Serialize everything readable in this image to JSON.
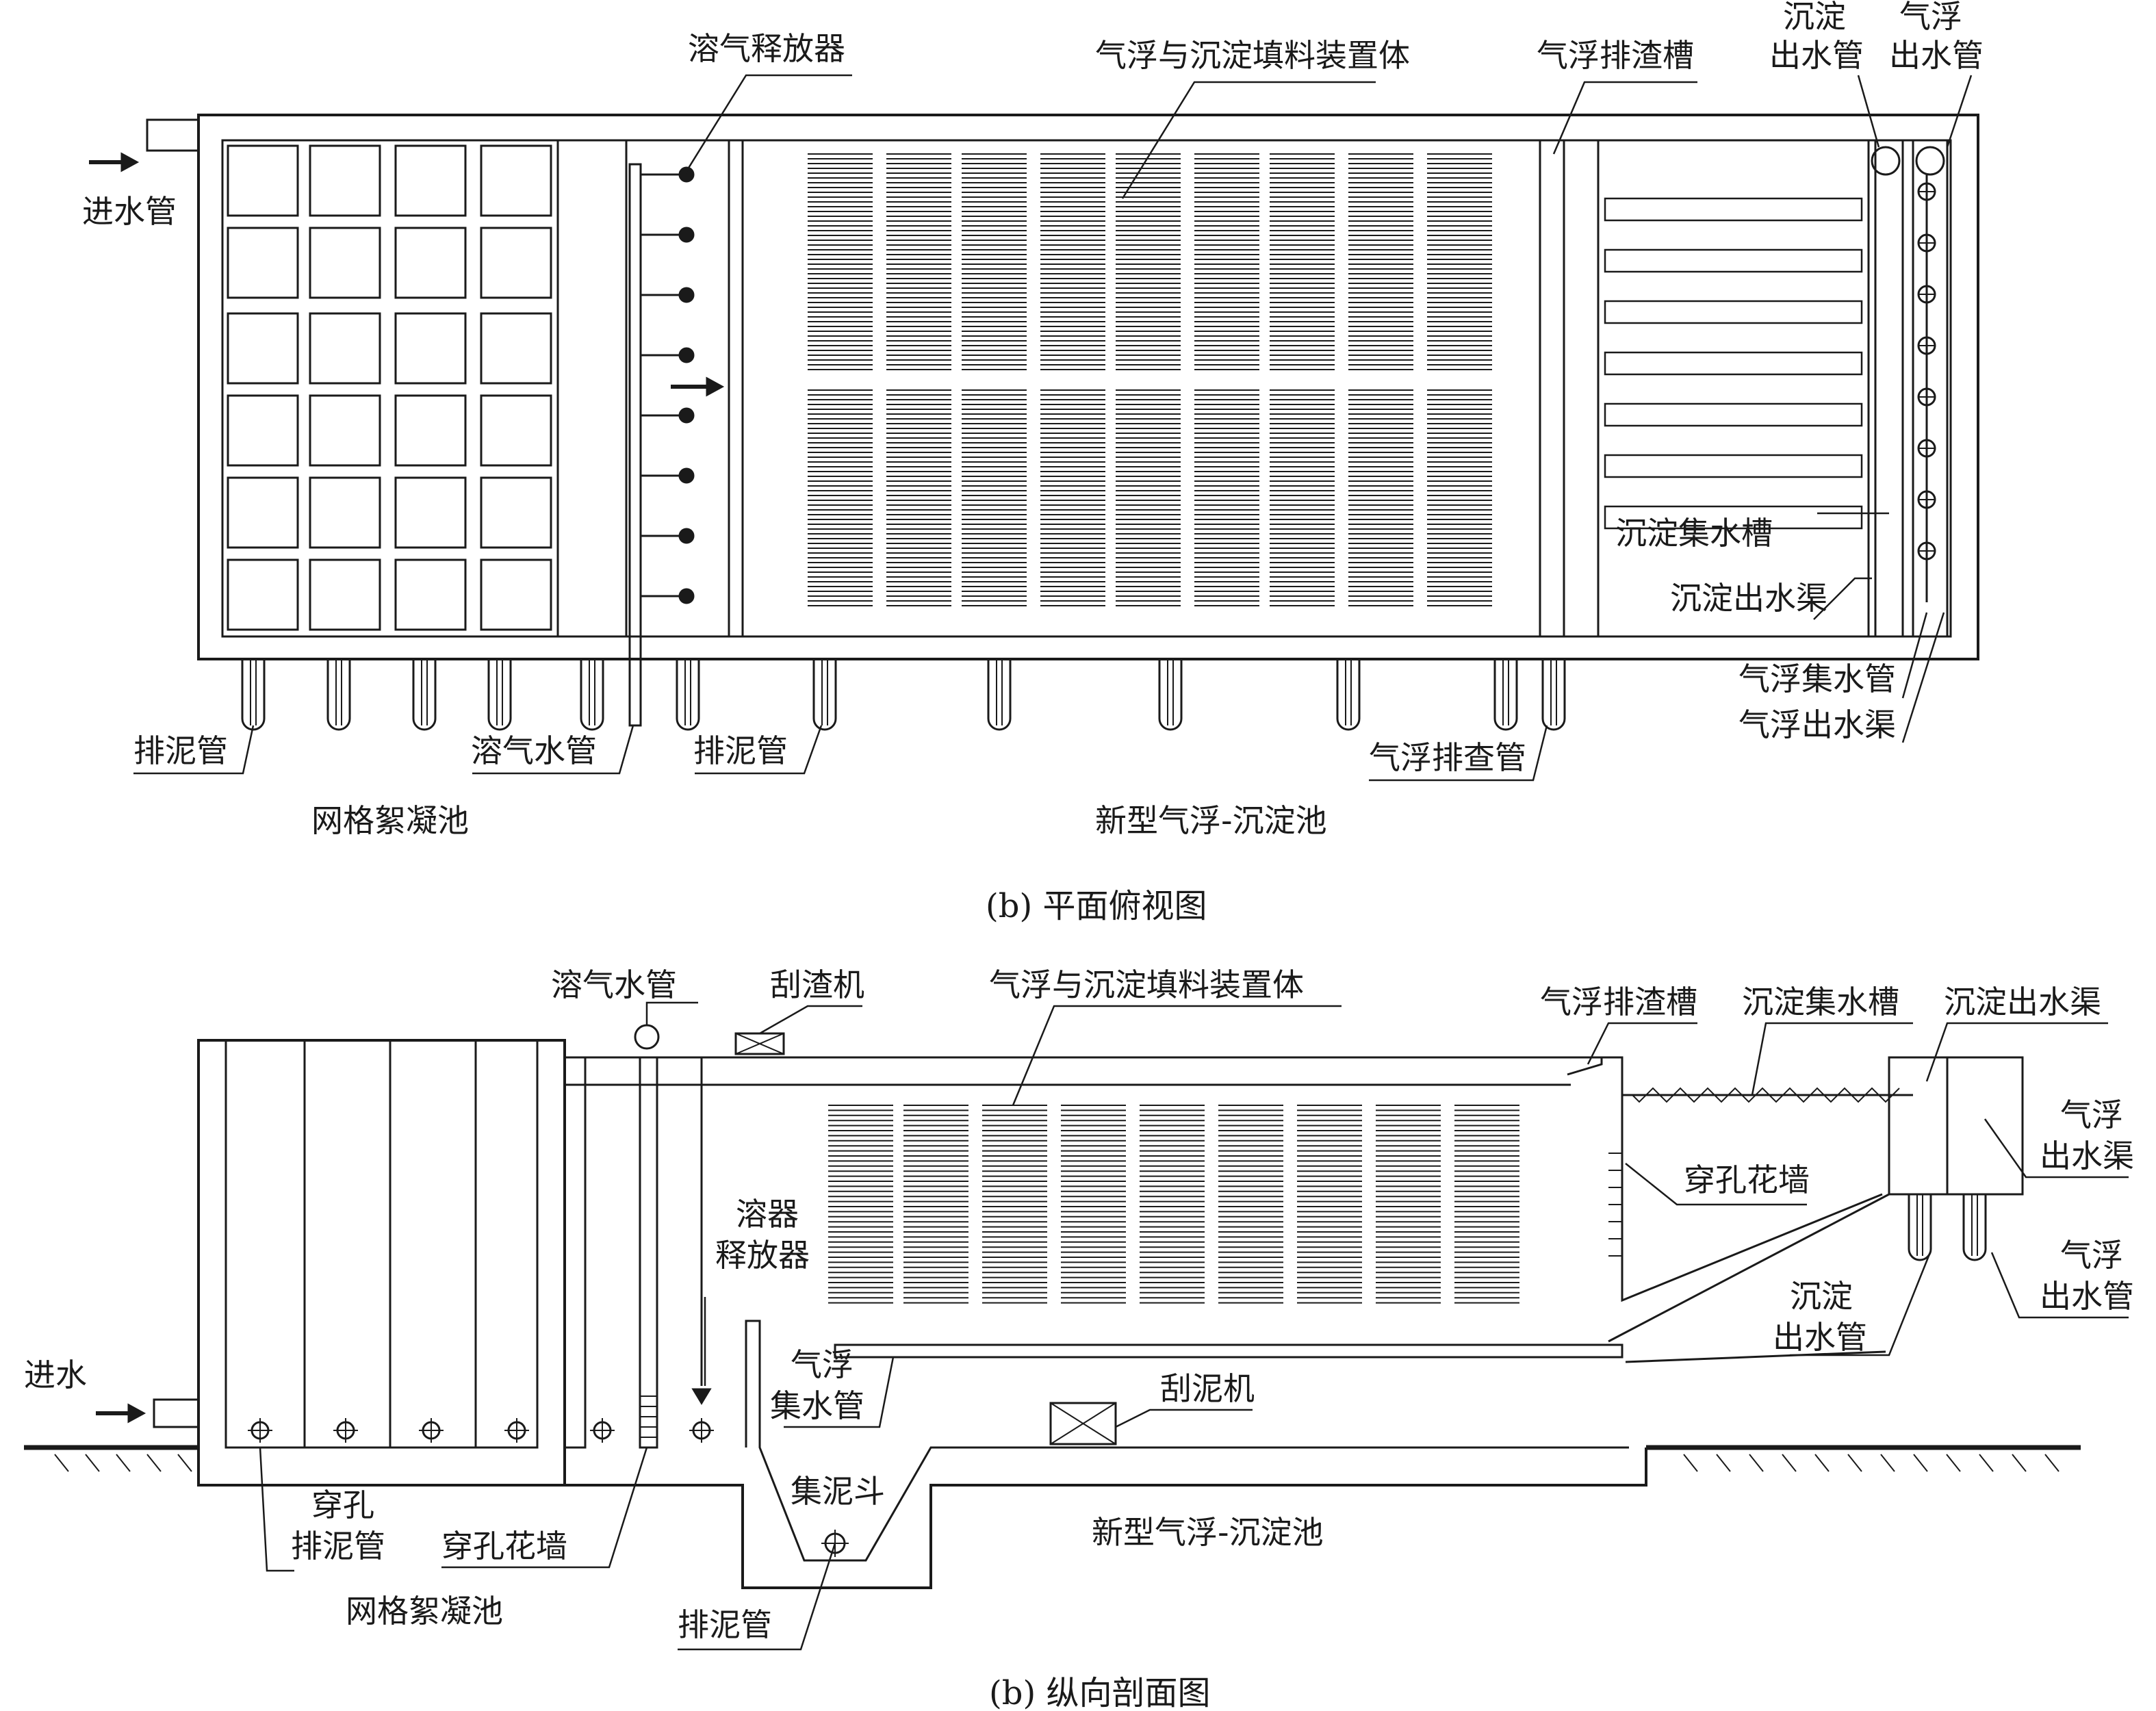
{
  "plan": {
    "caption": "(b) 平面俯视图",
    "labels": {
      "inlet": "进水管",
      "releaser": "溶气释放器",
      "packing": "气浮与沉淀填料装置体",
      "scum_trough": "气浮排渣槽",
      "settle_outlet_pipe": [
        "沉淀",
        "出水管"
      ],
      "float_outlet_pipe": [
        "气浮",
        "出水管"
      ],
      "settle_collect": "沉淀集水槽",
      "settle_channel": "沉淀出水渠",
      "float_collect": "气浮集水管",
      "float_channel": "气浮出水渠",
      "sludge_pipe_1": "排泥管",
      "dissolved_air_pipe": "溶气水管",
      "sludge_pipe_2": "排泥管",
      "scum_pipe": "气浮排查管",
      "flocc_tank": "网格絮凝池",
      "new_tank": "新型气浮-沉淀池"
    }
  },
  "section": {
    "caption": "(b) 纵向剖面图",
    "labels": {
      "dissolved_air_pipe": "溶气水管",
      "scraper": "刮渣机",
      "packing": "气浮与沉淀填料装置体",
      "scum_trough": "气浮排渣槽",
      "settle_collect": "沉淀集水槽",
      "settle_channel": "沉淀出水渠",
      "float_channel": [
        "气浮",
        "出水渠"
      ],
      "perforated_wall_right": "穿孔花墙",
      "releaser": [
        "溶器",
        "释放器"
      ],
      "float_outlet_pipe": [
        "气浮",
        "出水管"
      ],
      "settle_outlet_pipe": [
        "沉淀",
        "出水管"
      ],
      "inlet": "进水",
      "float_collect": [
        "气浮",
        "集水管"
      ],
      "mud_scraper": "刮泥机",
      "perforated_sludge": [
        "穿孔",
        "排泥管"
      ],
      "perforated_wall_left": "穿孔花墙",
      "hopper": "集泥斗",
      "new_tank": "新型气浮-沉淀池",
      "flocc_tank": "网格絮凝池",
      "sludge_pipe": "排泥管"
    }
  }
}
